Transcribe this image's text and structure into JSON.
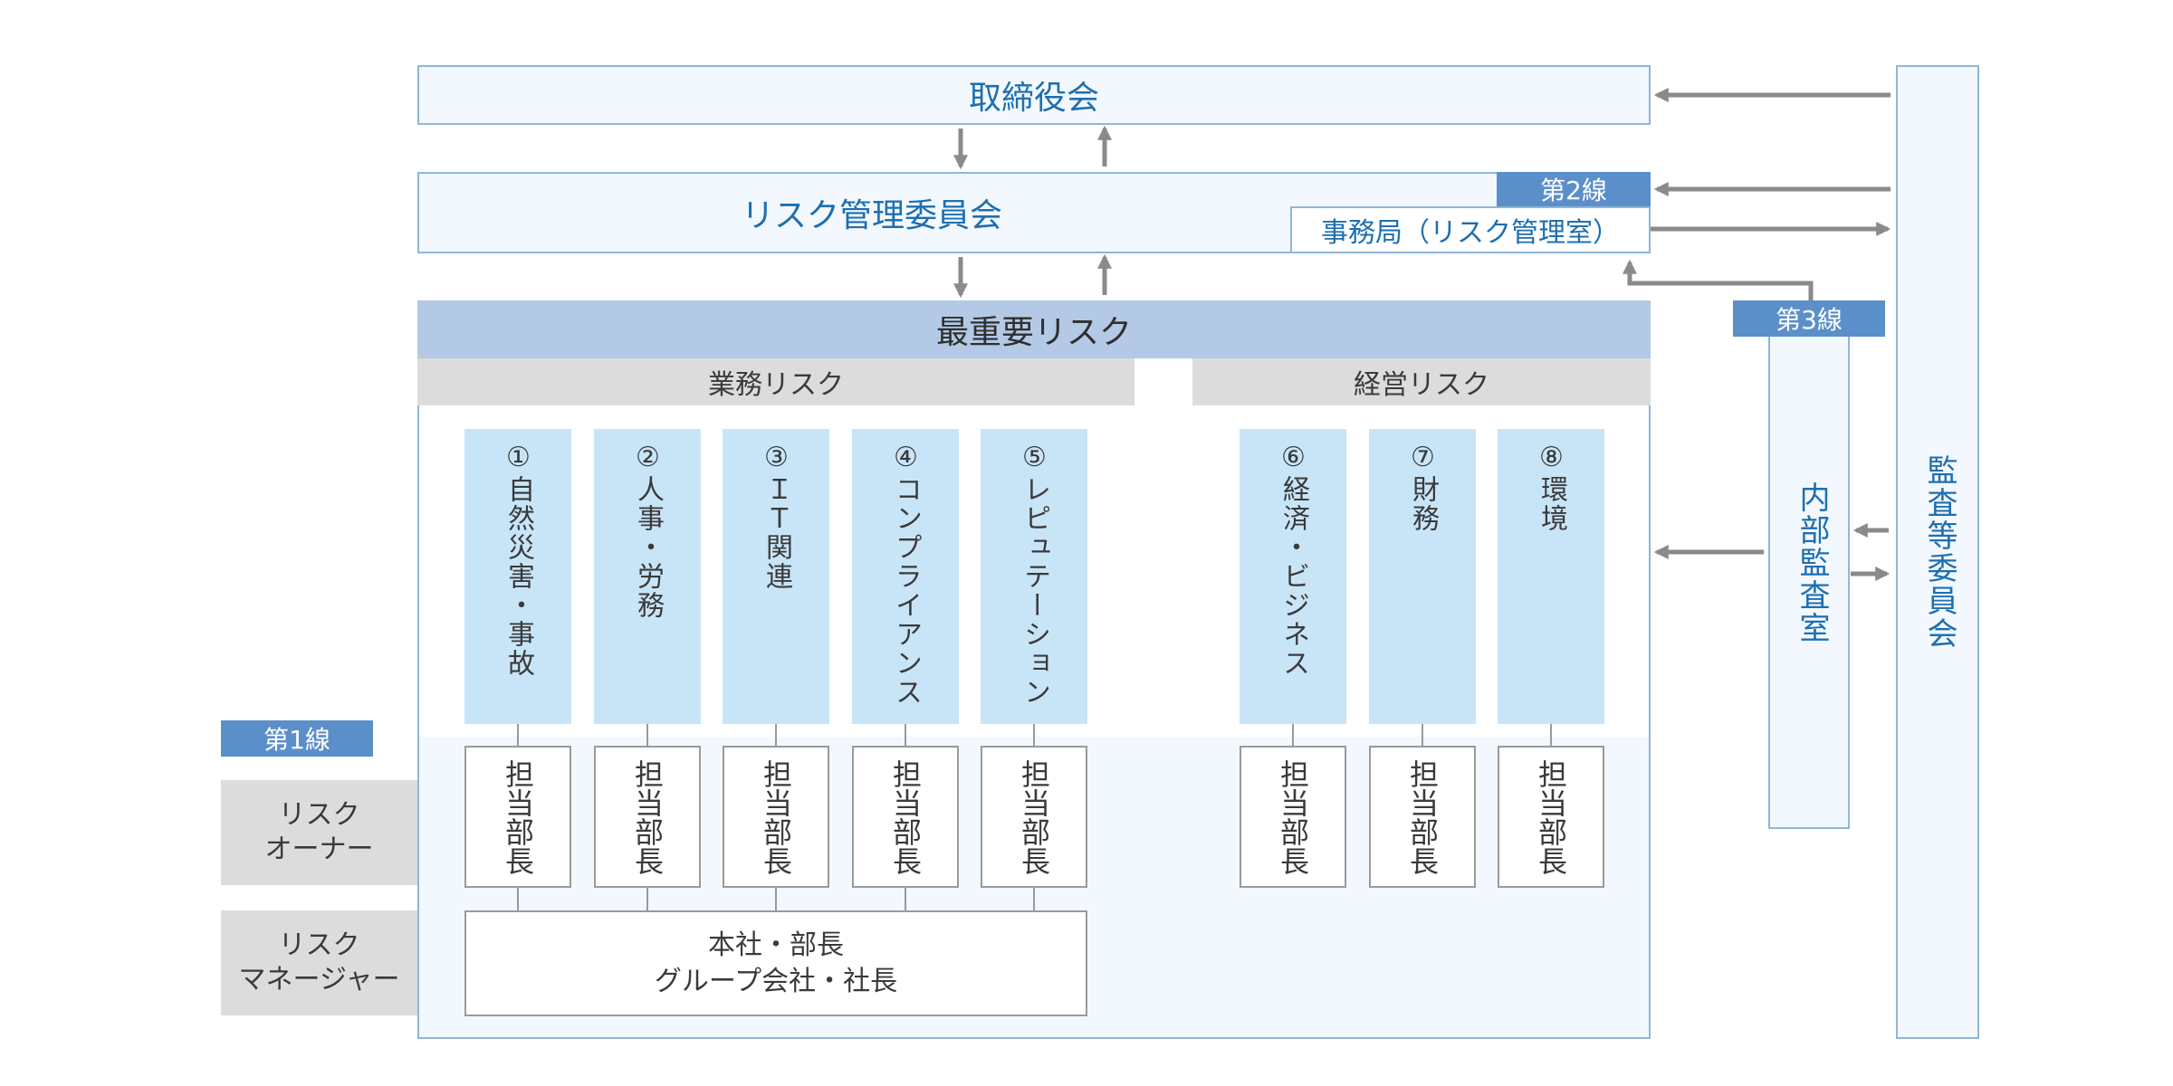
{
  "board": "取締役会",
  "risk_committee": "リスク管理委員会",
  "secretariat": "事務局（リスク管理室）",
  "line2": "第2線",
  "line3": "第3線",
  "line1": "第1線",
  "top_risk": "最重要リスク",
  "business_risk": "業務リスク",
  "management_risk": "経営リスク",
  "risks": [
    {
      "num": "①",
      "label": "自然災害・事故"
    },
    {
      "num": "②",
      "label": "人事・労務"
    },
    {
      "num": "③",
      "label": "ＩＴ関連"
    },
    {
      "num": "④",
      "label": "コンプライアンス"
    },
    {
      "num": "⑤",
      "label": "レピュテーション"
    },
    {
      "num": "⑥",
      "label": "経済・ビジネス"
    },
    {
      "num": "⑦",
      "label": "財務"
    },
    {
      "num": "⑧",
      "label": "環境"
    }
  ],
  "owner_label": "担当部長",
  "risk_owner": {
    "line1": "リスク",
    "line2": "オーナー"
  },
  "risk_manager": {
    "line1": "リスク",
    "line2": "マネージャー"
  },
  "manager_box": {
    "line1": "本社・部長",
    "line2": "グループ会社・社長"
  },
  "internal_audit": "内部監査室",
  "audit_committee": "監査等委員会"
}
